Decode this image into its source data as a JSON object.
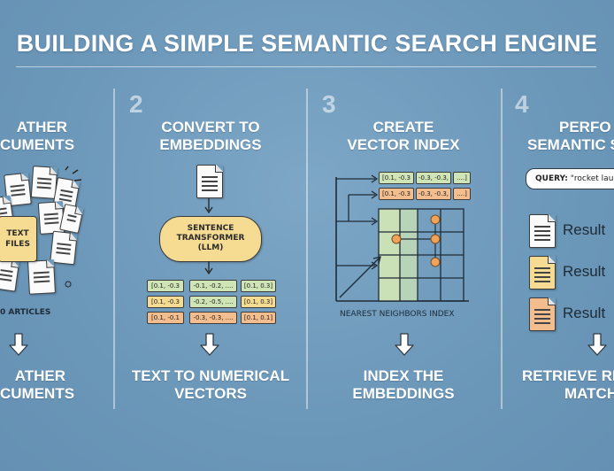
{
  "title": "BUILDING A SIMPLE SEMANTIC SEARCH ENGINE",
  "columns": [
    {
      "number": "",
      "heading_line1": "ATHER",
      "heading_line2": "CUMENTS",
      "badge": "TEXT\nFILES",
      "caption": "0 ARTICLES",
      "footer_line1": "ATHER",
      "footer_line2": "CUMENTS"
    },
    {
      "number": "2",
      "heading_line1": "CONVERT TO",
      "heading_line2": "EMBEDDINGS",
      "model_line1": "SENTENCE",
      "model_line2": "TRANSFORMER",
      "model_line3": "(LLM)",
      "vectors": [
        [
          "[0.1, -0.3",
          "-0.1, -0.2, ....",
          "[0.1, 0.3]"
        ],
        [
          "[0.1, -0.3",
          "-0.2, -0.5, ....",
          "[0.1, 0.3]"
        ],
        [
          "[0.1, -0.1",
          "-0.3, -0.3, ....",
          "[0.1, 0.1]"
        ]
      ],
      "footer_line1": "TEXT TO NUMERICAL",
      "footer_line2": "VECTORS"
    },
    {
      "number": "3",
      "heading_line1": "CREATE",
      "heading_line2": "VECTOR INDEX",
      "vectors": [
        [
          "[0.1, -0.3",
          "-0.3, -0.3,",
          "....]"
        ],
        [
          "[0.1, -0.3",
          "-0.3, -0.3,",
          "....]"
        ]
      ],
      "caption": "NEAREST NEIGHBORS INDEX",
      "footer_line1": "INDEX THE",
      "footer_line2": "EMBEDDINGS"
    },
    {
      "number": "4",
      "heading_line1": "PERFO",
      "heading_line2": "SEMANTIC S",
      "query_label": "QUERY:",
      "query_text": "\"rocket lau",
      "results": [
        "Result",
        "Result",
        "Result"
      ],
      "results_suffix": [
        "",
        "",
        ""
      ],
      "footer_line1": "RETRIEVE RE",
      "footer_line2": "MATCH"
    }
  ],
  "colors": {
    "background": "#6f9bbd",
    "green": "#cfe5b6",
    "yellow": "#f6dc92",
    "orange": "#f3bd8e",
    "node": "#f0a35a"
  },
  "icons": [
    "document-icon",
    "down-arrow-icon",
    "grid-index-icon"
  ]
}
